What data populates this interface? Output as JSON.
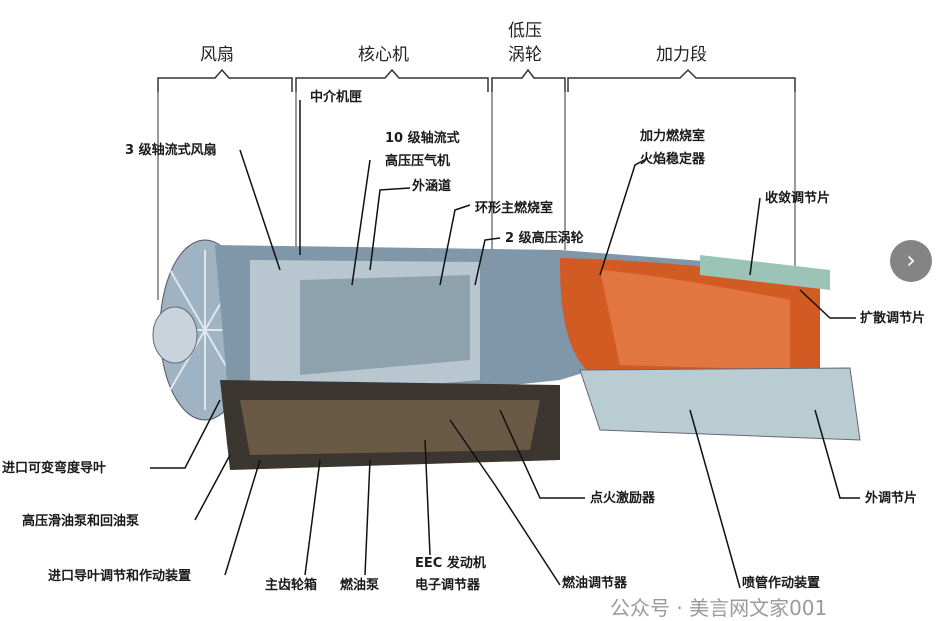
{
  "sections": {
    "fan": "风扇",
    "core": "核心机",
    "lpt_line1": "低压",
    "lpt_line2": "涡轮",
    "afterburner": "加力段"
  },
  "labels": {
    "intermediate_case": "中介机匣",
    "fan_3stage": "3 级轴流式风扇",
    "hpc_line1": "10 级轴流式",
    "hpc_line2": "高压压气机",
    "bypass_duct": "外涵道",
    "annular_combustor": "环形主燃烧室",
    "hpt_2stage": "2 级高压涡轮",
    "ab_line1": "加力燃烧室",
    "ab_line2": "火焰稳定器",
    "convergent_flap": "收敛调节片",
    "divergent_flap": "扩散调节片",
    "inlet_guide_vane": "进口可变弯度导叶",
    "oil_pump": "高压滑油泵和回油泵",
    "igv_actuator": "进口导叶调节和作动装置",
    "gearbox": "主齿轮箱",
    "fuel_pump": "燃油泵",
    "eec_line1": "EEC 发动机",
    "eec_line2": "电子调节器",
    "fuel_regulator": "燃油调节器",
    "nozzle_actuator": "喷管作动装置",
    "igniter": "点火激励器",
    "outer_flap": "外调节片"
  },
  "overlay": {
    "next_icon": "›",
    "watermark": "公众号 · 美言网文家001"
  }
}
